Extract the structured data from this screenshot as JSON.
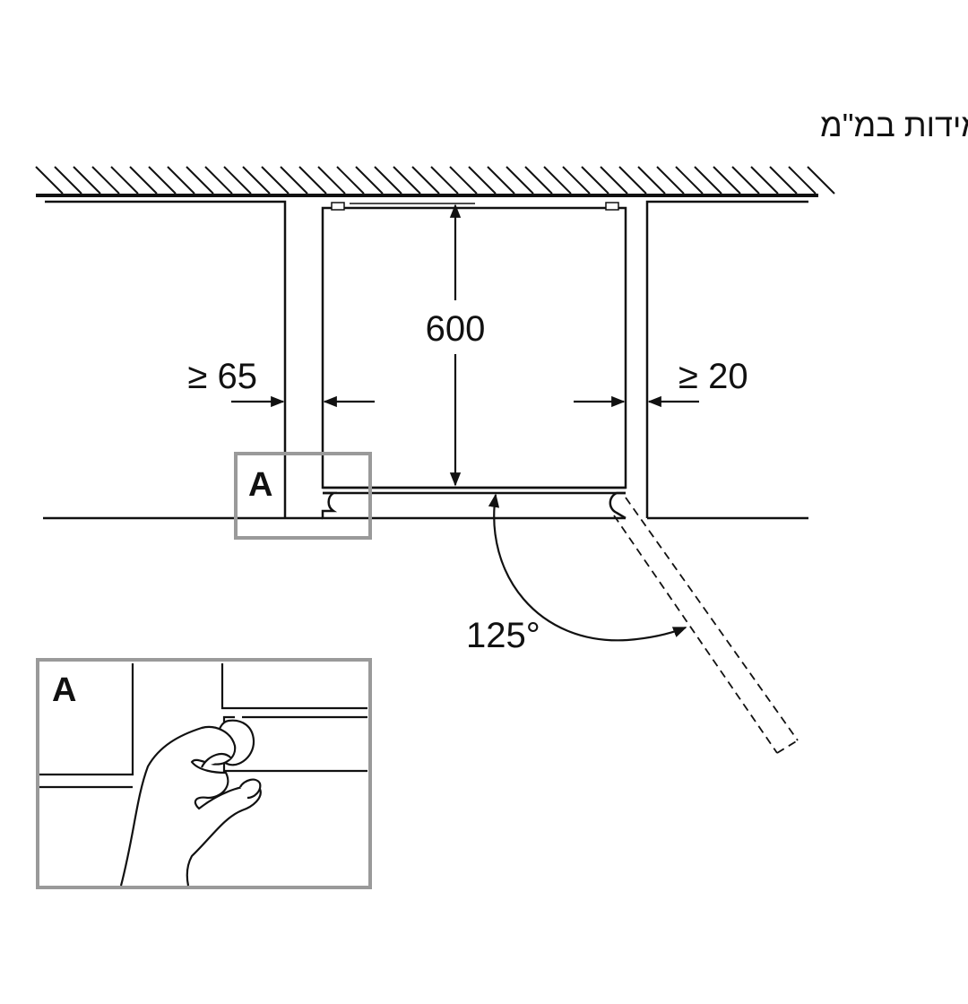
{
  "title": "מידות במ\"מ",
  "dimensions": {
    "height": "600",
    "left_gap": "≥ 65",
    "right_gap": "≥ 20",
    "door_angle": "125°"
  },
  "callout": {
    "marker_label": "A",
    "detail_label": "A"
  },
  "colors": {
    "line": "#111111",
    "callout_frame": "#9a9a9a"
  }
}
